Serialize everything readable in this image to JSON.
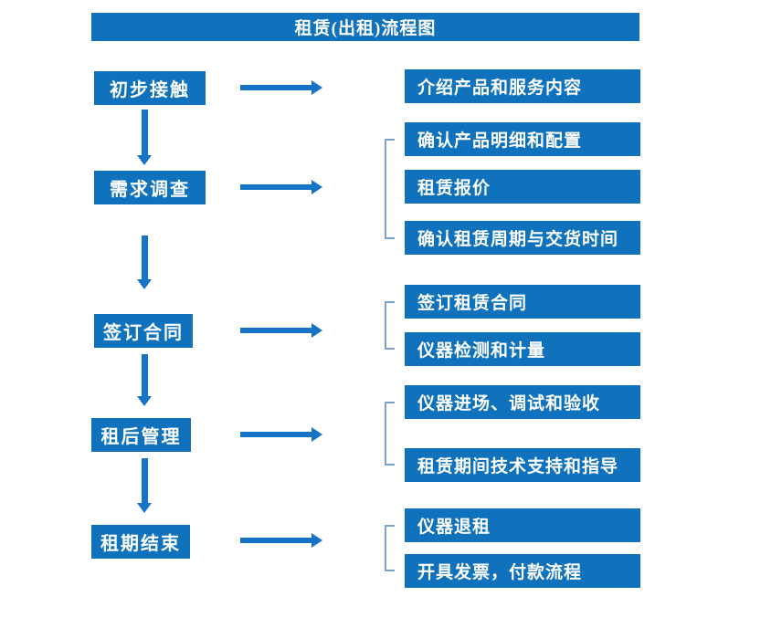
{
  "title": "租赁(出租)流程图",
  "colors": {
    "box_blue": "#1072BC",
    "arrow_blue": "#1573C8",
    "bracket_blue": "#7CA1CC",
    "text_white": "#FFFFFF",
    "background": "#FFFFFF"
  },
  "steps": [
    {
      "label": "初步接触",
      "outputs": [
        "介绍产品和服务内容"
      ]
    },
    {
      "label": "需求调查",
      "outputs": [
        "确认产品明细和配置",
        "租赁报价",
        "确认租赁周期与交货时间"
      ]
    },
    {
      "label": "签订合同",
      "outputs": [
        "签订租赁合同",
        "仪器检测和计量"
      ]
    },
    {
      "label": "租后管理",
      "outputs": [
        "仪器进场、调试和验收",
        "租赁期间技术支持和指导"
      ]
    },
    {
      "label": "租期结束",
      "outputs": [
        "仪器退租",
        "开具发票，付款流程"
      ]
    }
  ]
}
